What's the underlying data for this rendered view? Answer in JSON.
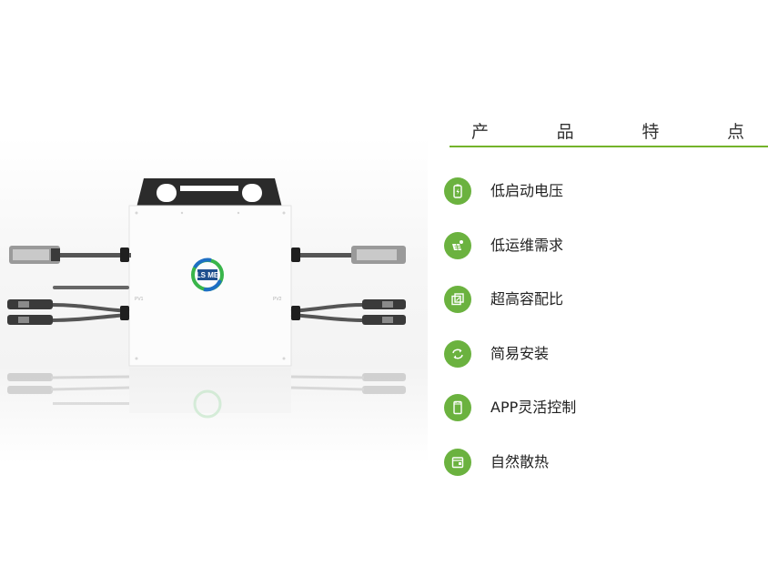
{
  "header": {
    "chars": [
      "产",
      "品",
      "特",
      "点"
    ]
  },
  "features": [
    {
      "label": "低启动电压",
      "icon": "battery-icon"
    },
    {
      "label": "低运维需求",
      "icon": "solar-panel-icon"
    },
    {
      "label": "超高容配比",
      "icon": "overlap-squares-icon"
    },
    {
      "label": "简易安装",
      "icon": "cycle-arrows-icon"
    },
    {
      "label": "APP灵活控制",
      "icon": "app-phone-icon"
    },
    {
      "label": "自然散热",
      "icon": "heat-box-icon"
    }
  ],
  "product": {
    "logo_text": "LS ME",
    "port_labels": [
      "PV1",
      "PV2"
    ]
  },
  "colors": {
    "accent": "#74b32a",
    "icon_bg": "#6bb23f",
    "logo_green": "#39b54a",
    "logo_blue": "#1e6fc4"
  }
}
